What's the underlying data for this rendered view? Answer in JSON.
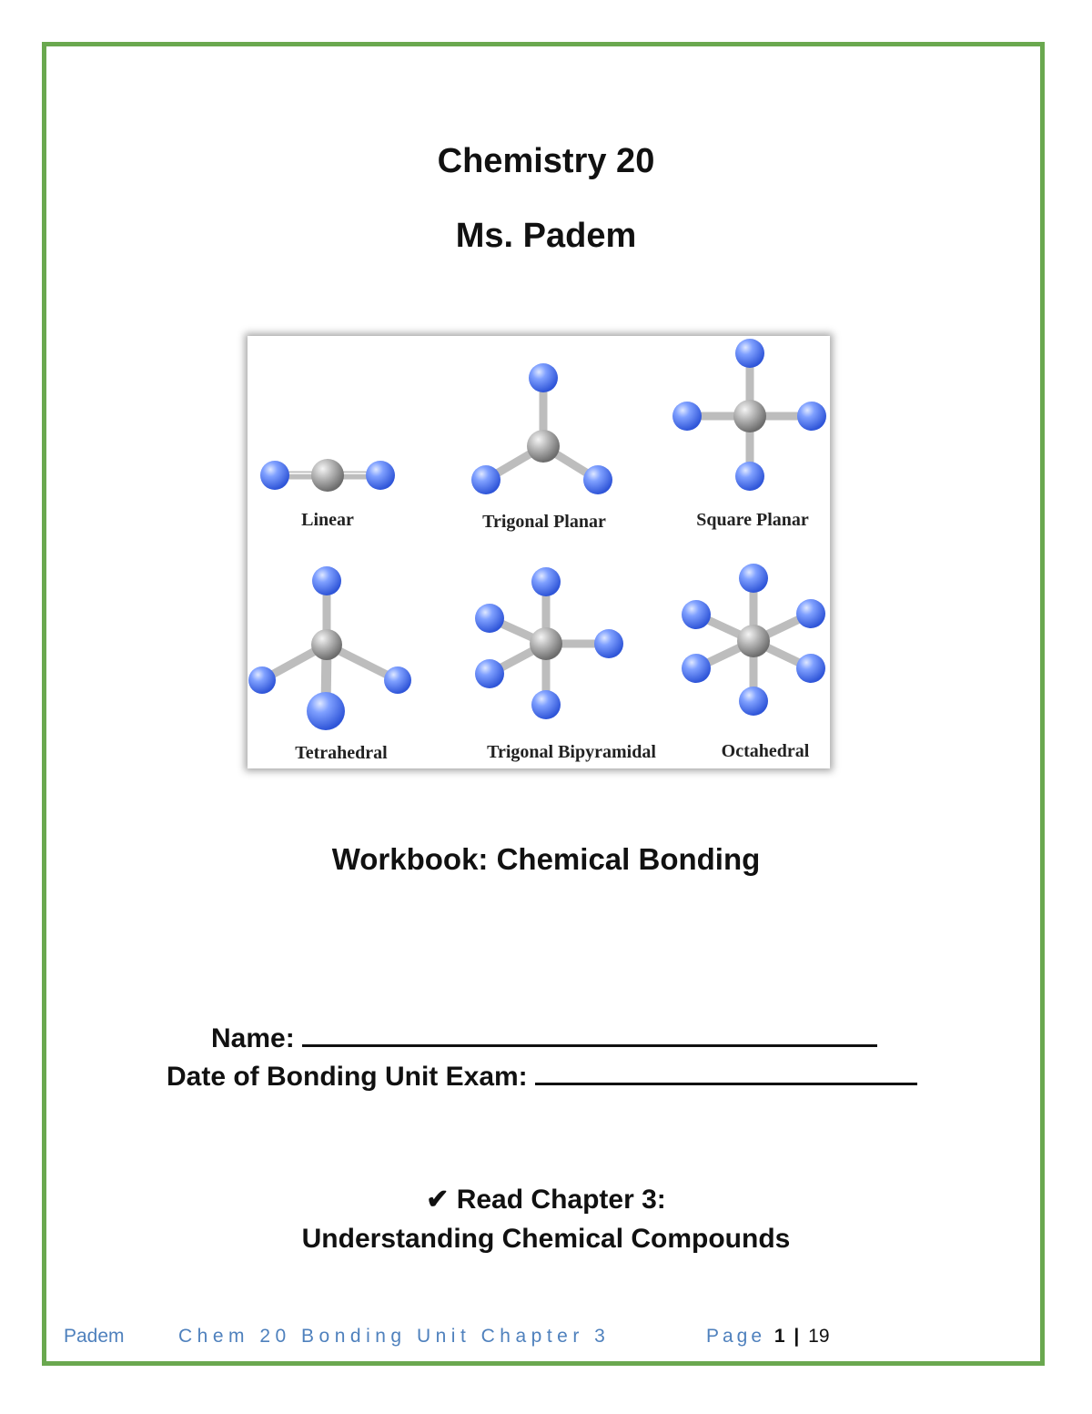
{
  "header": {
    "title": "Chemistry 20",
    "teacher": "Ms. Padem"
  },
  "figure": {
    "shapes": [
      {
        "label": "Linear"
      },
      {
        "label": "Trigonal Planar"
      },
      {
        "label": "Square Planar"
      },
      {
        "label": "Tetrahedral"
      },
      {
        "label": "Trigonal Bipyramidal"
      },
      {
        "label": "Octahedral"
      }
    ],
    "colors": {
      "outer_atom": "#5b84f5",
      "central_atom": "#a9a9a9",
      "bond": "#bdbdbd"
    }
  },
  "workbook_title": "Workbook: Chemical Bonding",
  "fields": {
    "name_label": "Name:",
    "exam_date_label": "Date of Bonding Unit Exam:"
  },
  "reading": {
    "check_icon": "check-icon",
    "line1": "Read Chapter 3:",
    "line2": "Understanding Chemical Compounds"
  },
  "footer": {
    "author": "Padem",
    "course": "Chem 20  Bonding Unit Chapter 3",
    "page_word": "Page",
    "page_number": "1",
    "separator": "|",
    "page_total": "19"
  },
  "accent_color": "#6aa84f"
}
